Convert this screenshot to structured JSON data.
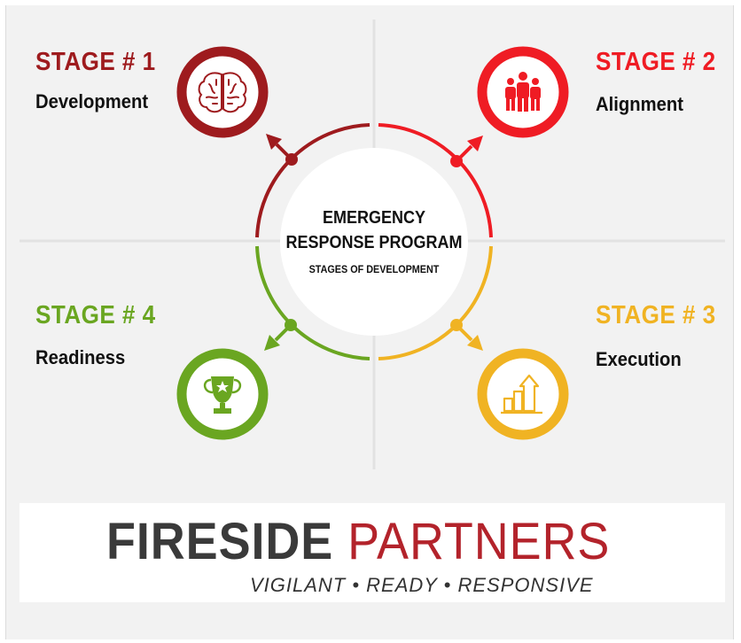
{
  "colors": {
    "stage1": "#9e1b1e",
    "stage2": "#ef1c24",
    "stage3": "#f0b323",
    "stage4": "#6aa621",
    "brand_dark": "#3a3a3a",
    "brand_red": "#b3232b"
  },
  "center": {
    "title_line1": "EMERGENCY",
    "title_line2": "RESPONSE PROGRAM",
    "subtitle": "STAGES OF DEVELOPMENT"
  },
  "stages": [
    {
      "label": "STAGE # 1",
      "name": "Development",
      "icon": "brain-icon"
    },
    {
      "label": "STAGE # 2",
      "name": "Alignment",
      "icon": "people-group-icon"
    },
    {
      "label": "STAGE # 3",
      "name": "Execution",
      "icon": "growth-chart-icon"
    },
    {
      "label": "STAGE # 4",
      "name": "Readiness",
      "icon": "trophy-icon"
    }
  ],
  "logo": {
    "word1": "FIRESIDE",
    "word2": "PARTNERS",
    "tagline": "VIGILANT • READY • RESPONSIVE",
    "icon": "swoosh-logo-icon"
  }
}
